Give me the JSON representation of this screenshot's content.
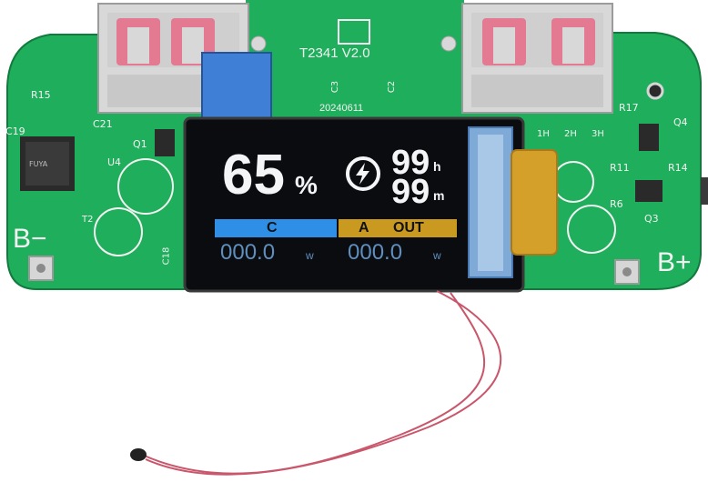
{
  "colors": {
    "pcb": "#1fae5b",
    "pcb_dark": "#188f4a",
    "silkscreen": "#f2f2f2",
    "usb_metal": "#d8d8d8",
    "usb_pink": "#e37a92",
    "lcd_black": "#0b0c10",
    "lcd_white": "#f3f5f7",
    "lcd_blue_bar": "#2f8fe6",
    "lcd_yellow_bar": "#c99a1f",
    "lcd_dim_digits": "#5f8fbf",
    "flex_cable": "#d4a029",
    "wire": "#c9566a"
  },
  "board": {
    "model": "T2341 V2.0",
    "date_code": "20240611",
    "labels": {
      "b_minus": "B−",
      "b_plus": "B+",
      "c18": "C18",
      "c19": "C19",
      "c21": "C21",
      "q1": "Q1",
      "q3": "Q3",
      "q4": "Q4",
      "u4": "U4",
      "r14": "R14",
      "r6": "R6",
      "r11": "R11",
      "r17": "R17",
      "r15": "R15",
      "c3": "C3",
      "c2": "C2",
      "t2": "T2",
      "led1": "1H",
      "led2": "2H",
      "led3": "3H"
    },
    "chip_marking": "FUYA"
  },
  "lcd": {
    "battery_percent": "65",
    "percent_sign": "%",
    "charge_icon": "lightning-bolt-icon",
    "hours": "99",
    "hours_unit": "h",
    "minutes": "99",
    "minutes_unit": "m",
    "port_c_label": "C",
    "port_a_label": "A",
    "port_out_label": "OUT",
    "power_c": "000.0",
    "power_c_unit": "w",
    "power_a": "000.0",
    "power_a_unit": "w"
  }
}
